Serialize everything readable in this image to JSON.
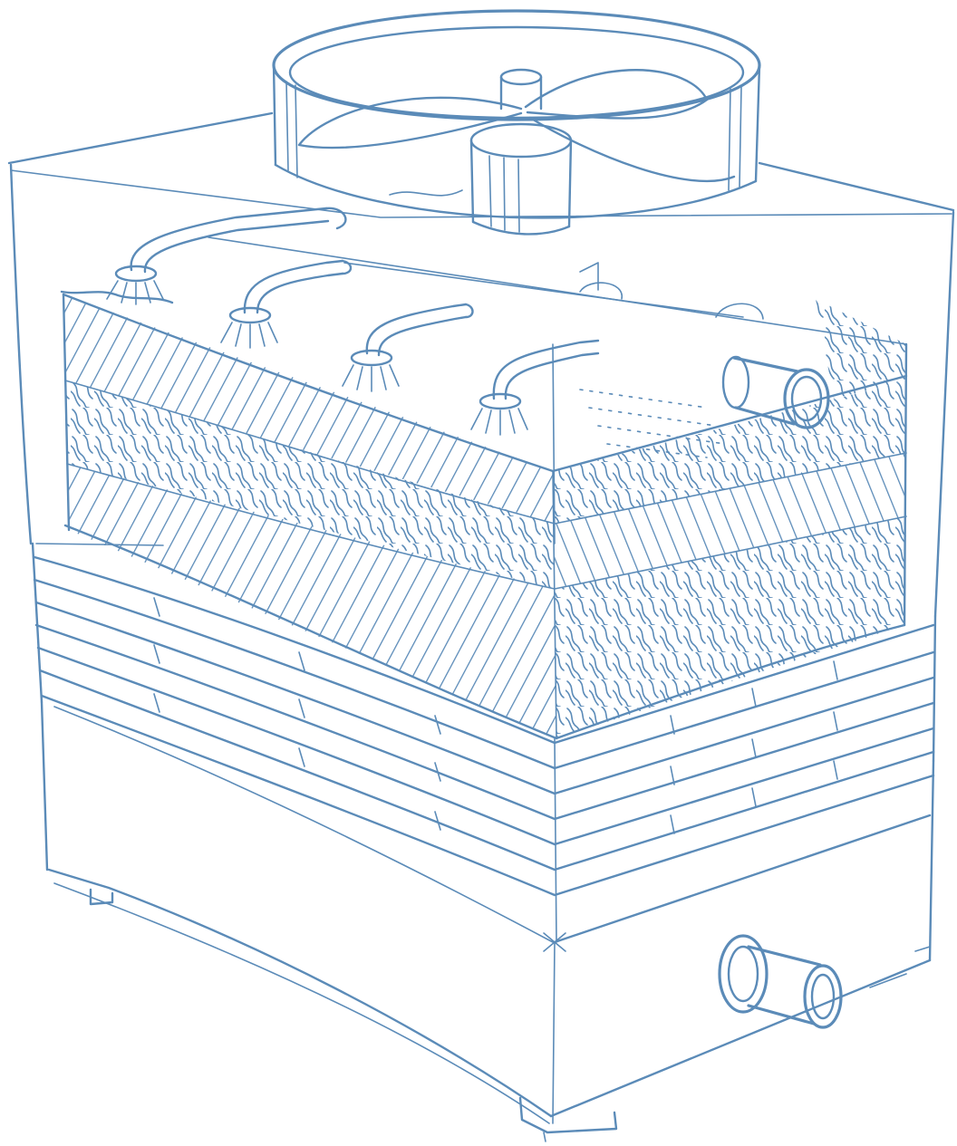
{
  "colors": {
    "ink": "#5b8bb8",
    "background": "#ffffff"
  },
  "sketch": {
    "subject": "cooling-tower-sketch",
    "parts": [
      "fan",
      "fan-motor",
      "spray-header",
      "spray-nozzle",
      "fill-media",
      "louvers",
      "inlet-pipe",
      "outlet-pipe",
      "basin",
      "support-leg"
    ]
  }
}
